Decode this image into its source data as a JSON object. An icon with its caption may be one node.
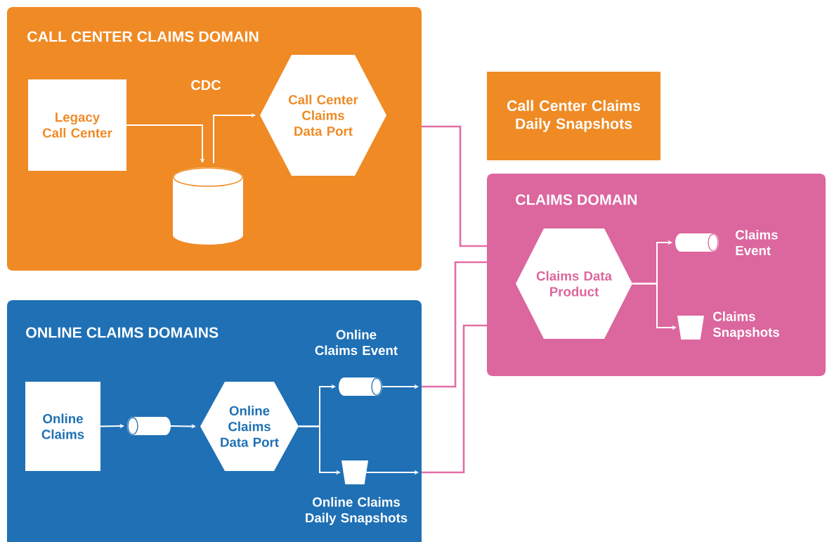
{
  "diagram": {
    "nodes": [
      {
        "text": [
          "CALL CENTER CLAIMS DOMAIN"
        ]
      },
      {
        "text": [
          "Legacy Call Center"
        ],
        "in": 0
      },
      {
        "text": [],
        "shape": "cylinder",
        "in": 0
      },
      {
        "text": [
          "Call Center Claims Data Port"
        ],
        "in": 0
      },
      {
        "text": [
          "Call Center Claims Daily Snapshots"
        ]
      },
      {
        "text": [
          "ONLINE CLAIMS DOMAINS"
        ]
      },
      {
        "text": [
          "Online Claims"
        ],
        "in": 5
      },
      {
        "text": [],
        "shape": "cylinder",
        "in": 5
      },
      {
        "text": [
          "Online Claims Data Port"
        ],
        "in": 5
      },
      {
        "text": [],
        "shape": "cylinder",
        "in": 5,
        "beside": [
          "Online Claims Event"
        ]
      },
      {
        "text": [],
        "shape": "bucket",
        "in": 5,
        "beside": [
          "Online Claims Daily Snapshots"
        ]
      },
      {
        "text": [
          "CLAIMS DOMAIN"
        ]
      },
      {
        "text": [
          "Claims Data Product"
        ],
        "in": 11
      },
      {
        "text": [],
        "shape": "cylinder",
        "in": 11,
        "beside": [
          "Claims Event"
        ]
      },
      {
        "text": [],
        "shape": "bucket",
        "in": 11,
        "beside": [
          "Claims Snapshots"
        ]
      }
    ],
    "edges": [
      {
        "from": 1,
        "to": 2,
        "arrow": "to"
      },
      {
        "from": 2,
        "to": 3,
        "arrow": "to"
      },
      {
        "from": 0,
        "to": 11,
        "arrow": "none",
        "color": "#e36fa6"
      },
      {
        "from": 6,
        "to": 7,
        "arrow": "to"
      },
      {
        "from": 7,
        "to": 8,
        "arrow": "to"
      },
      {
        "from": 8,
        "to": 9,
        "arrow": "to"
      },
      {
        "from": 8,
        "to": 10,
        "arrow": "to"
      },
      {
        "from": 9,
        "to": null,
        "arrow": "to"
      },
      {
        "from": 10,
        "to": null,
        "arrow": "to"
      },
      {
        "from": 5,
        "to": 11,
        "arrow": "none",
        "color": "#e36fa6"
      },
      {
        "from": 5,
        "to": 11,
        "arrow": "none",
        "color": "#e36fa6"
      },
      {
        "from": 12,
        "to": 13,
        "arrow": "to"
      },
      {
        "from": 12,
        "to": 14,
        "arrow": "to"
      }
    ],
    "labels": [
      "CDC"
    ]
  }
}
